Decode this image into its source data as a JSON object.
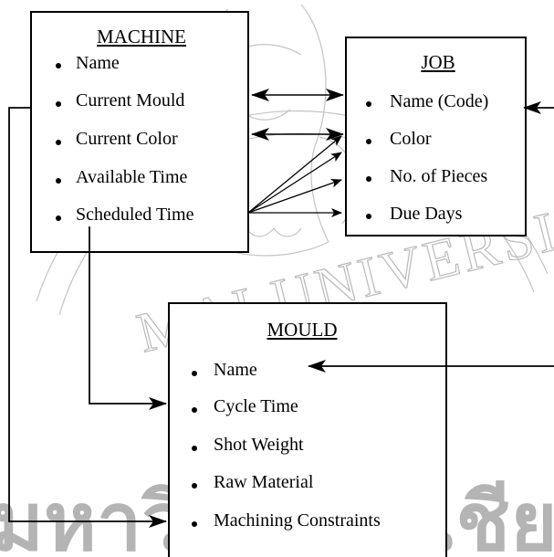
{
  "machine": {
    "title": "MACHINE",
    "attributes": [
      "Name",
      "Current Mould",
      "Current Color",
      "Available Time",
      "Scheduled Time"
    ]
  },
  "job": {
    "title": "JOB",
    "attributes": [
      "Name (Code)",
      "Color",
      "No. of Pieces",
      "Due Days"
    ]
  },
  "mould": {
    "title": "MOULD",
    "attributes": [
      "Name",
      "Cycle Time",
      "Shot Weight",
      "Raw Material",
      "Machining Constraints"
    ]
  },
  "watermark": {
    "top_text": "MAI UNIVERSITY",
    "bottom_text": "มหาวิทยาลัยเชียงใหม่",
    "emblem": "elephant-seal-icon"
  },
  "colors": {
    "line": "#000000",
    "background": "#ffffff",
    "watermark": "#b9b9b9"
  }
}
